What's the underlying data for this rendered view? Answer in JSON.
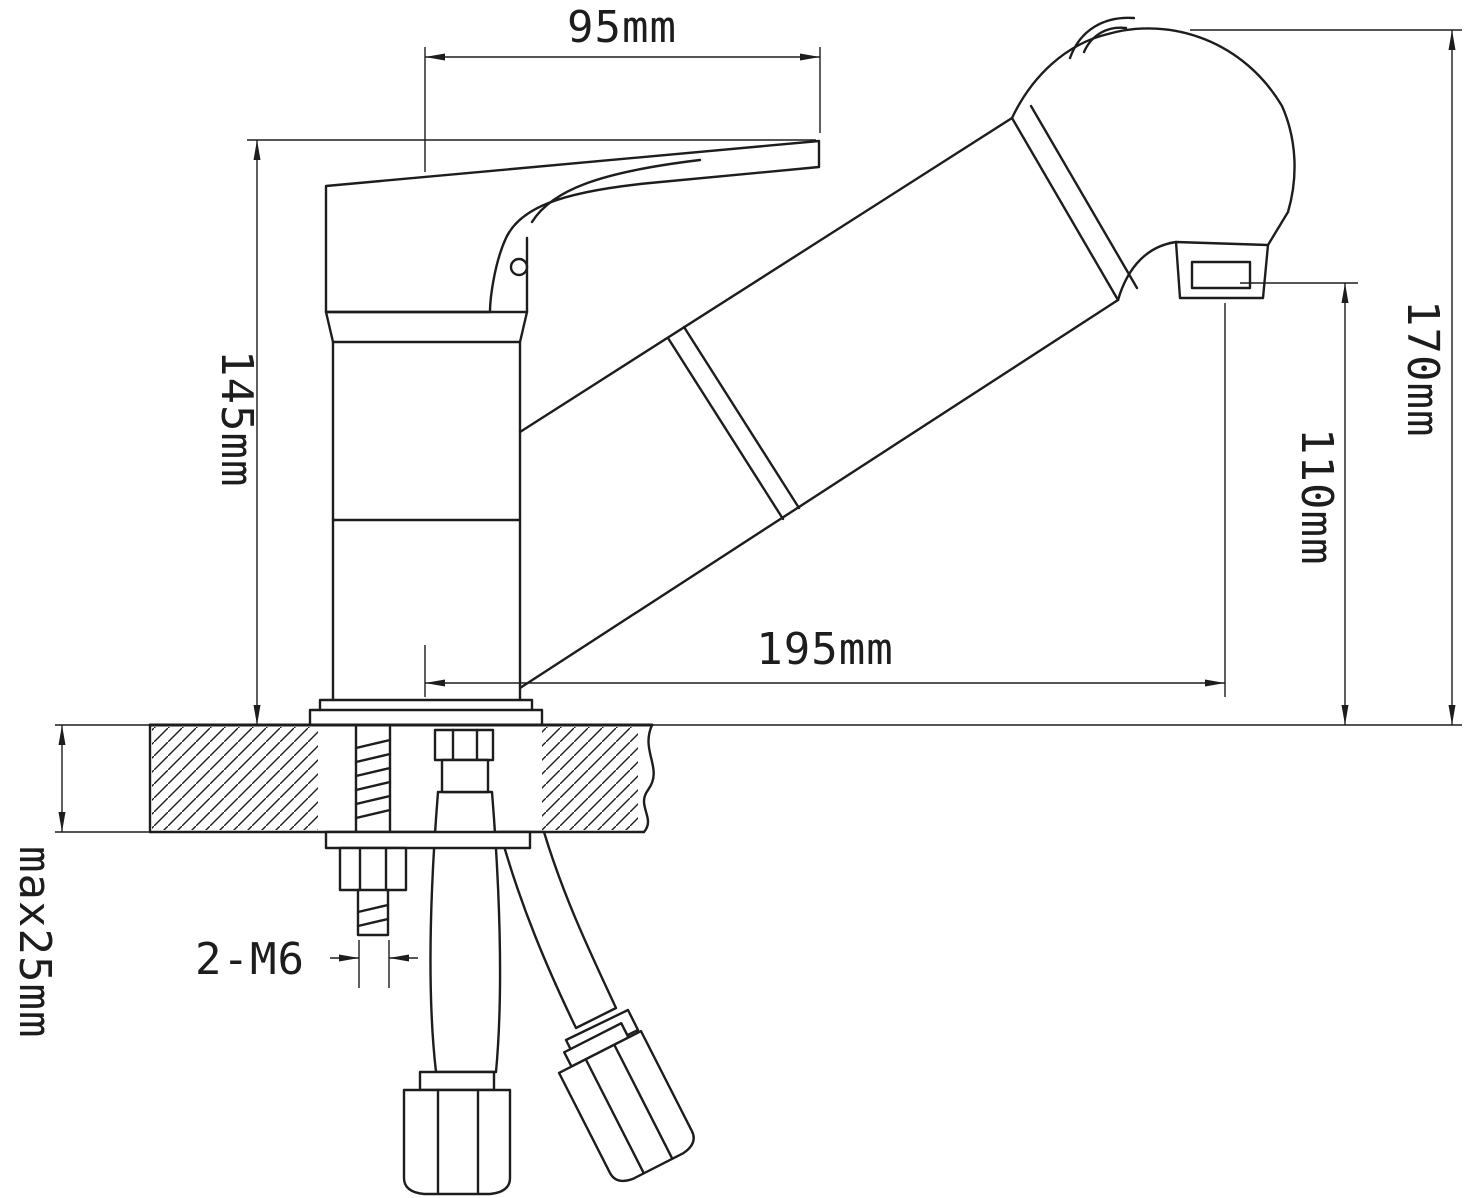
{
  "drawing": {
    "subject": "single-lever-kitchen-mixer-tap-with-pullout-spray-installation-drawing",
    "dimensions": {
      "handle_length": "95mm",
      "body_height": "145mm",
      "overall_height": "170mm",
      "outlet_height": "110mm",
      "spout_reach": "195mm",
      "max_deck_thickness": "max25mm",
      "fixing_studs": "2-M6"
    },
    "colors": {
      "line": "#1d1d1d",
      "background": "#ffffff"
    }
  }
}
